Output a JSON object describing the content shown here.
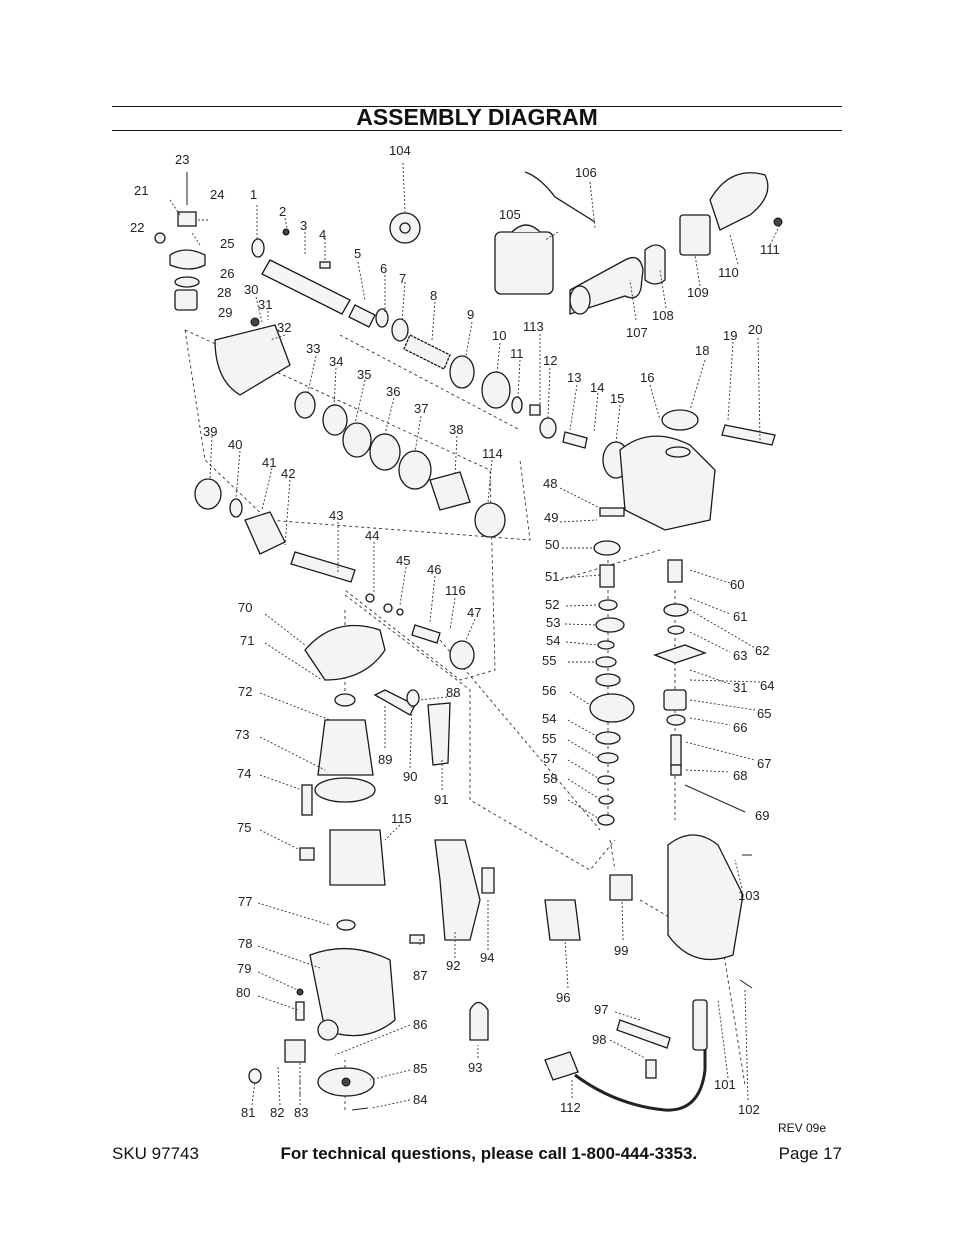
{
  "title": "ASSEMBLY DIAGRAM",
  "revision": "REV 09e",
  "footer": {
    "sku": "SKU 97743",
    "support": "For technical questions, please call 1-800-444-3353.",
    "page": "Page 17"
  },
  "part_numbers": [
    "1",
    "2",
    "3",
    "4",
    "5",
    "6",
    "7",
    "8",
    "9",
    "10",
    "11",
    "12",
    "13",
    "14",
    "15",
    "16",
    "18",
    "19",
    "20",
    "21",
    "22",
    "23",
    "24",
    "25",
    "26",
    "28",
    "29",
    "30",
    "31",
    "32",
    "33",
    "34",
    "35",
    "36",
    "37",
    "38",
    "39",
    "40",
    "41",
    "42",
    "43",
    "44",
    "45",
    "46",
    "47",
    "48",
    "49",
    "50",
    "51",
    "52",
    "53",
    "54",
    "55",
    "56",
    "57",
    "58",
    "59",
    "60",
    "61",
    "62",
    "63",
    "64",
    "65",
    "66",
    "67",
    "68",
    "69",
    "70",
    "71",
    "72",
    "73",
    "74",
    "75",
    "77",
    "78",
    "79",
    "80",
    "81",
    "82",
    "83",
    "84",
    "85",
    "86",
    "87",
    "88",
    "89",
    "90",
    "91",
    "92",
    "93",
    "94",
    "96",
    "97",
    "98",
    "99",
    "101",
    "102",
    "103",
    "104",
    "105",
    "106",
    "107",
    "108",
    "109",
    "110",
    "111",
    "112",
    "113",
    "114",
    "115",
    "116"
  ],
  "labels": [
    {
      "text": "23"
    },
    {
      "text": "21"
    },
    {
      "text": "24"
    },
    {
      "text": "22"
    },
    {
      "text": "25"
    },
    {
      "text": "26"
    },
    {
      "text": "28"
    },
    {
      "text": "29"
    },
    {
      "text": "1"
    },
    {
      "text": "2"
    },
    {
      "text": "3"
    },
    {
      "text": "4"
    },
    {
      "text": "5"
    },
    {
      "text": "6"
    },
    {
      "text": "7"
    },
    {
      "text": "8"
    },
    {
      "text": "9"
    },
    {
      "text": "10"
    },
    {
      "text": "11"
    },
    {
      "text": "113"
    },
    {
      "text": "12"
    },
    {
      "text": "13"
    },
    {
      "text": "14"
    },
    {
      "text": "15"
    },
    {
      "text": "16"
    },
    {
      "text": "18"
    },
    {
      "text": "19"
    },
    {
      "text": "20"
    },
    {
      "text": "104"
    },
    {
      "text": "105"
    },
    {
      "text": "106"
    },
    {
      "text": "111"
    },
    {
      "text": "110"
    },
    {
      "text": "109"
    },
    {
      "text": "108"
    },
    {
      "text": "107"
    },
    {
      "text": "30"
    },
    {
      "text": "31"
    },
    {
      "text": "32"
    },
    {
      "text": "33"
    },
    {
      "text": "34"
    },
    {
      "text": "35"
    },
    {
      "text": "36"
    },
    {
      "text": "37"
    },
    {
      "text": "38"
    },
    {
      "text": "114"
    },
    {
      "text": "39"
    },
    {
      "text": "40"
    },
    {
      "text": "41"
    },
    {
      "text": "42"
    },
    {
      "text": "43"
    },
    {
      "text": "44"
    },
    {
      "text": "45"
    },
    {
      "text": "46"
    },
    {
      "text": "116"
    },
    {
      "text": "47"
    },
    {
      "text": "48"
    },
    {
      "text": "49"
    },
    {
      "text": "50"
    },
    {
      "text": "51"
    },
    {
      "text": "52"
    },
    {
      "text": "53"
    },
    {
      "text": "54"
    },
    {
      "text": "55"
    },
    {
      "text": "56"
    },
    {
      "text": "54"
    },
    {
      "text": "55"
    },
    {
      "text": "57"
    },
    {
      "text": "58"
    },
    {
      "text": "59"
    },
    {
      "text": "60"
    },
    {
      "text": "61"
    },
    {
      "text": "62"
    },
    {
      "text": "63"
    },
    {
      "text": "31"
    },
    {
      "text": "64"
    },
    {
      "text": "65"
    },
    {
      "text": "66"
    },
    {
      "text": "67"
    },
    {
      "text": "68"
    },
    {
      "text": "69"
    },
    {
      "text": "70"
    },
    {
      "text": "71"
    },
    {
      "text": "72"
    },
    {
      "text": "73"
    },
    {
      "text": "74"
    },
    {
      "text": "75"
    },
    {
      "text": "115"
    },
    {
      "text": "88"
    },
    {
      "text": "89"
    },
    {
      "text": "90"
    },
    {
      "text": "91"
    },
    {
      "text": "77"
    },
    {
      "text": "78"
    },
    {
      "text": "79"
    },
    {
      "text": "80"
    },
    {
      "text": "86"
    },
    {
      "text": "85"
    },
    {
      "text": "84"
    },
    {
      "text": "81"
    },
    {
      "text": "82"
    },
    {
      "text": "83"
    },
    {
      "text": "87"
    },
    {
      "text": "92"
    },
    {
      "text": "94"
    },
    {
      "text": "93"
    },
    {
      "text": "96"
    },
    {
      "text": "99"
    },
    {
      "text": "97"
    },
    {
      "text": "98"
    },
    {
      "text": "112"
    },
    {
      "text": "103"
    },
    {
      "text": "101"
    },
    {
      "text": "102"
    }
  ]
}
